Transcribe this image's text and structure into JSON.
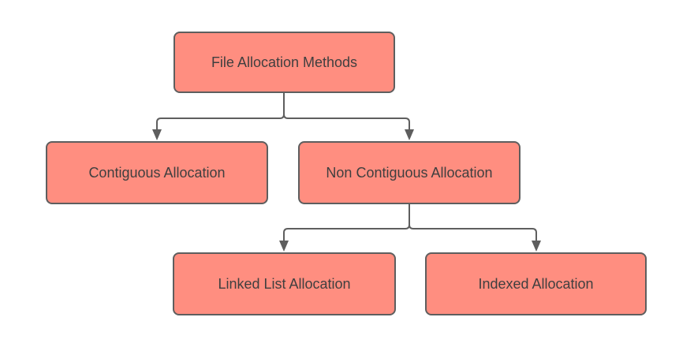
{
  "diagram": {
    "type": "tree",
    "nodes": [
      {
        "id": "root",
        "label": "File Allocation Methods"
      },
      {
        "id": "contiguous",
        "label": "Contiguous Allocation"
      },
      {
        "id": "non-contiguous",
        "label": "Non Contiguous Allocation"
      },
      {
        "id": "linked-list",
        "label": "Linked List Allocation"
      },
      {
        "id": "indexed",
        "label": "Indexed Allocation"
      }
    ],
    "edges": [
      {
        "from": "root",
        "to": "contiguous"
      },
      {
        "from": "root",
        "to": "non-contiguous"
      },
      {
        "from": "non-contiguous",
        "to": "linked-list"
      },
      {
        "from": "non-contiguous",
        "to": "indexed"
      }
    ],
    "colors": {
      "node_fill": "#FF8E80",
      "node_border": "#5E5E5E",
      "text": "#3F3F3F",
      "connector": "#5E5E5E",
      "background": "#FFFFFF"
    }
  }
}
